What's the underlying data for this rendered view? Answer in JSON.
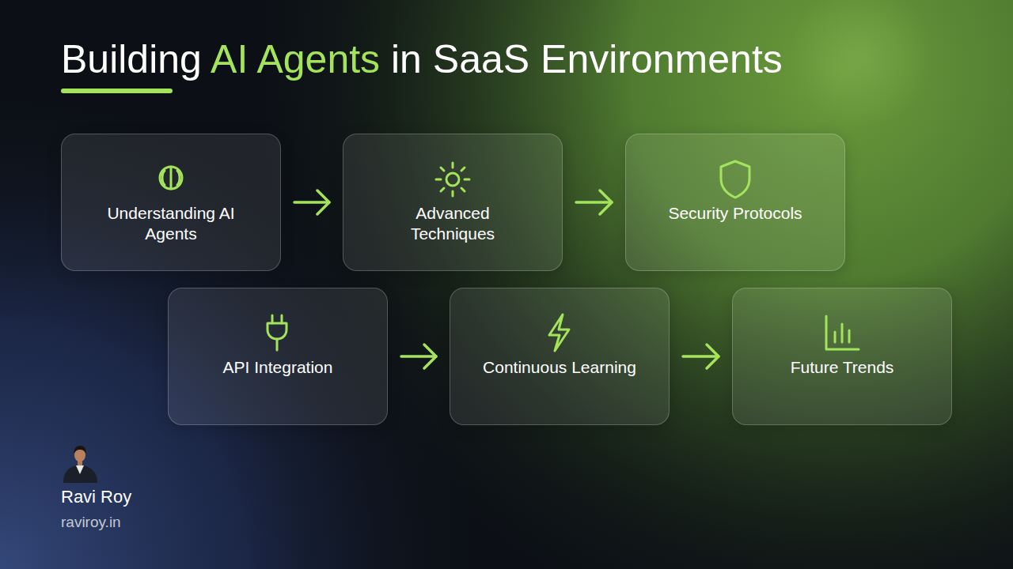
{
  "diagram": {
    "title": "Building AI Agents in SaaS Environments",
    "nodes": [
      {
        "text": [
          "Understanding AI Agents"
        ]
      },
      {
        "text": [
          "Advanced Techniques"
        ]
      },
      {
        "text": [
          "Security Protocols"
        ]
      },
      {
        "text": [
          "API Integration"
        ]
      },
      {
        "text": [
          "Continuous Learning"
        ]
      },
      {
        "text": [
          "Future Trends"
        ]
      }
    ],
    "edges": [
      {
        "from": 0,
        "to": 1,
        "arrow": "to"
      },
      {
        "from": 1,
        "to": 2,
        "arrow": "to"
      },
      {
        "from": 3,
        "to": 4,
        "arrow": "to"
      },
      {
        "from": 4,
        "to": 5,
        "arrow": "to"
      }
    ],
    "labels": [
      "Ravi Roy",
      "raviroy.in"
    ]
  }
}
